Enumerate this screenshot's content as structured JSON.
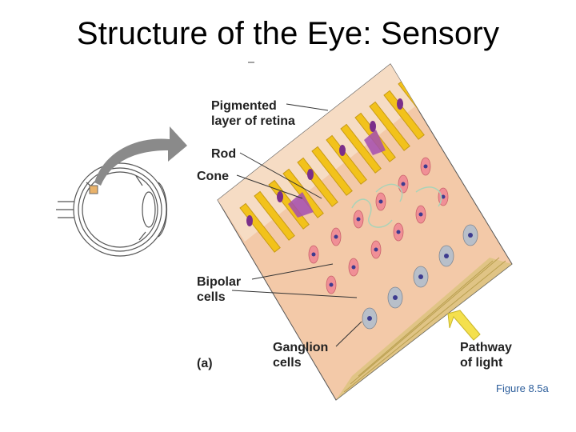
{
  "slide": {
    "title": "Structure of the Eye: Sensory",
    "figure_ref": "Figure 8.5a"
  },
  "diagram": {
    "labels": {
      "pigmented": [
        "Pigmented",
        "layer of retina"
      ],
      "rod": "Rod",
      "cone": "Cone",
      "bipolar": [
        "Bipolar",
        "cells"
      ],
      "ganglion": [
        "Ganglion",
        "cells"
      ],
      "pathway": [
        "Pathway",
        "of light"
      ],
      "panel": "(a)"
    },
    "colors": {
      "background_tissue": "#f3c9a8",
      "pigment_layer": "#f6dcc4",
      "photoreceptor": "#f2c21b",
      "pigment_cell_nucleus": "#7b2f8a",
      "bipolar_cell": "#f08f96",
      "ganglion_cell": "#b8bfc9",
      "nerve_fiber": "#d9c27a",
      "light_arrow": "#f4e04d",
      "figure_ref": "#2e5f9c"
    }
  }
}
